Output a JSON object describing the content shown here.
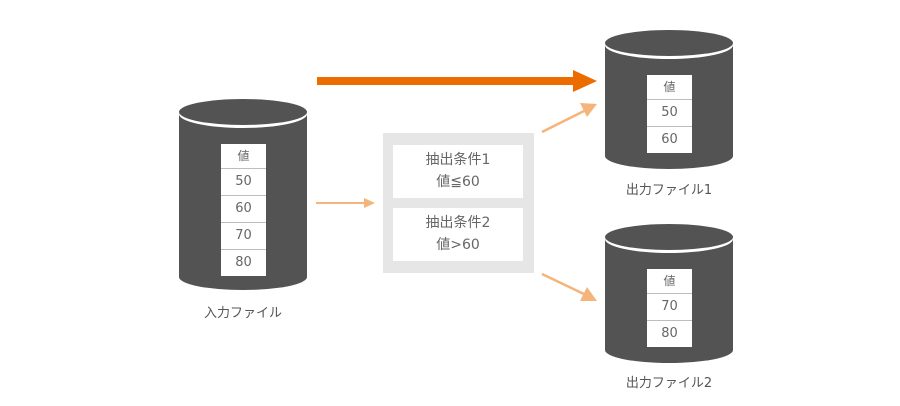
{
  "colors": {
    "cylinder": "#535353",
    "main_arrow": "#ec6c00",
    "flow_arrow": "#f5b47a",
    "condition_bg": "#e6e6e6"
  },
  "input_file": {
    "label": "入力ファイル",
    "column_header": "値",
    "values": [
      "50",
      "60",
      "70",
      "80"
    ]
  },
  "conditions": [
    {
      "title": "抽出条件1",
      "rule": "値≦60"
    },
    {
      "title": "抽出条件2",
      "rule": "値>60"
    }
  ],
  "output_files": [
    {
      "label": "出力ファイル1",
      "column_header": "値",
      "values": [
        "50",
        "60"
      ]
    },
    {
      "label": "出力ファイル2",
      "column_header": "値",
      "values": [
        "70",
        "80"
      ]
    }
  ]
}
